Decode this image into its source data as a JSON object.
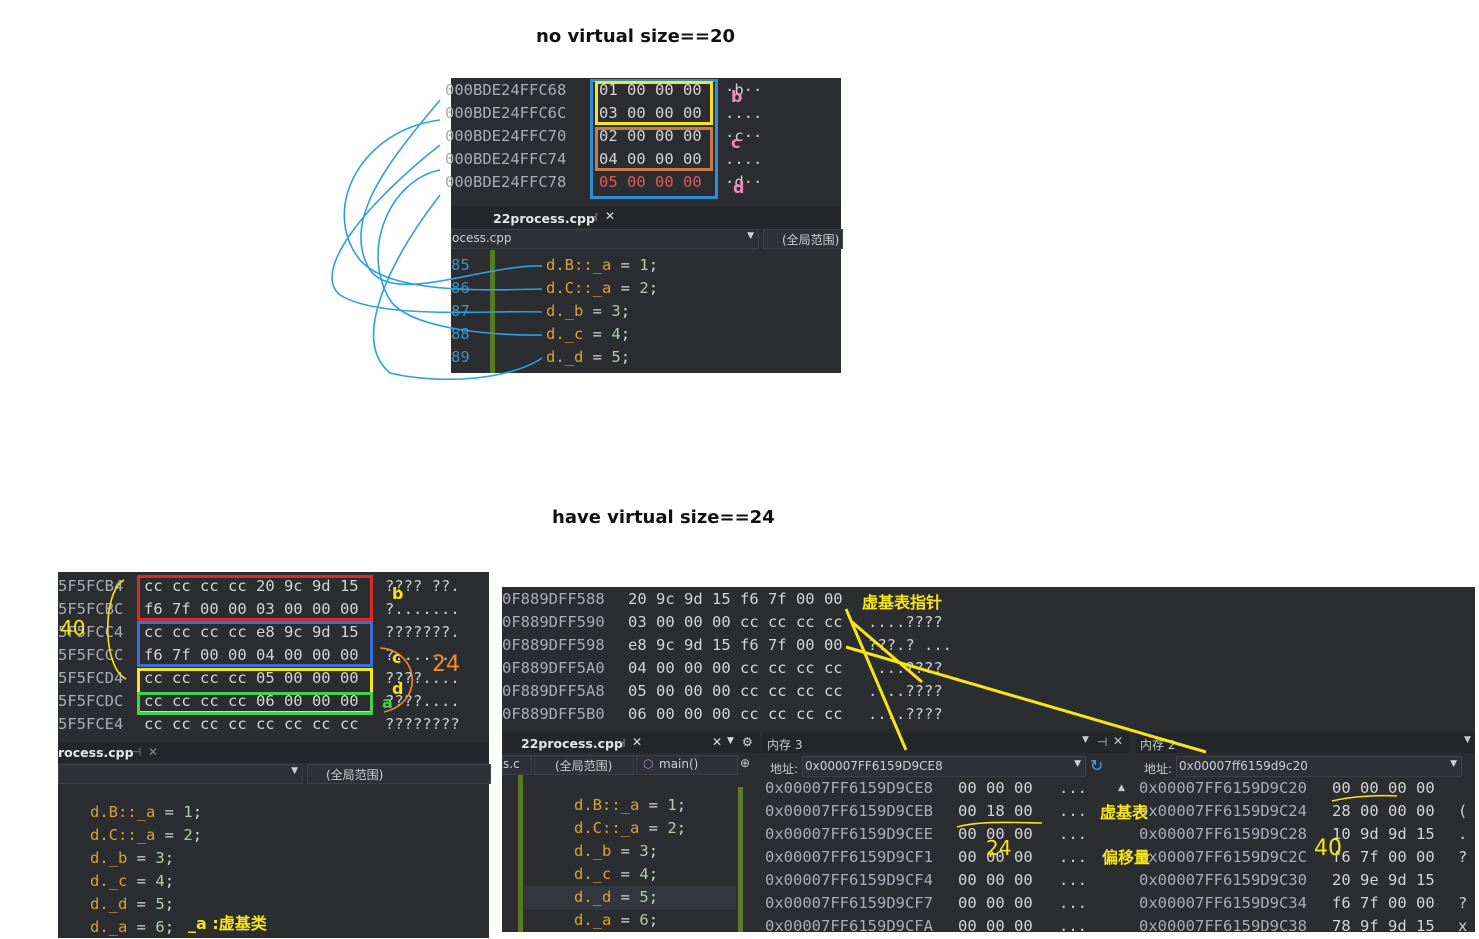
{
  "headings": {
    "top": "no virtual size==20",
    "bottom": "have virtual size==24"
  },
  "top_memory": {
    "rows": [
      {
        "addr": "000BDE24FFC68",
        "hex": "01 00 00 00",
        "ascii": "·b··"
      },
      {
        "addr": "000BDE24FFC6C",
        "hex": "03 00 00 00",
        "ascii": "...."
      },
      {
        "addr": "000BDE24FFC70",
        "hex": "02 00 00 00",
        "ascii": "·c··"
      },
      {
        "addr": "000BDE24FFC74",
        "hex": "04 00 00 00",
        "ascii": "...."
      },
      {
        "addr": "000BDE24FFC78",
        "hex": "05 00 00 00",
        "ascii": "·d··"
      }
    ],
    "labels": {
      "b": "b",
      "c": "c",
      "d": "d"
    }
  },
  "top_editor": {
    "tab": "22process.cpp",
    "file_dropdown": "ocess.cpp",
    "scope_dropdown": "(全局范围)",
    "line_numbers": [
      "85",
      "86",
      "87",
      "88",
      "89"
    ],
    "lines": [
      {
        "obj": "d.",
        "member": "B::_a",
        "op": " = ",
        "num": "1",
        "end": ";"
      },
      {
        "obj": "d.",
        "member": "C::_a",
        "op": " = ",
        "num": "2",
        "end": ";"
      },
      {
        "obj": "d.",
        "member": "_b",
        "op": " = ",
        "num": "3",
        "end": ";"
      },
      {
        "obj": "d.",
        "member": "_c",
        "op": " = ",
        "num": "4",
        "end": ";"
      },
      {
        "obj": "d.",
        "member": "_d",
        "op": " = ",
        "num": "5",
        "end": ";"
      }
    ]
  },
  "left_memory": {
    "rows": [
      {
        "addr": "5F5FCB4",
        "hex": "cc cc cc cc 20 9c 9d 15",
        "ascii": "???? ??."
      },
      {
        "addr": "5F5FCBC",
        "hex": "f6 7f 00 00 03 00 00 00",
        "ascii": "?......."
      },
      {
        "addr": "5F5FCC4",
        "hex": "cc cc cc cc e8 9c 9d 15",
        "ascii": "???????."
      },
      {
        "addr": "5F5FCCC",
        "hex": "f6 7f 00 00 04 00 00 00",
        "ascii": "?......."
      },
      {
        "addr": "5F5FCD4",
        "hex": "cc cc cc cc 05 00 00 00",
        "ascii": "????...."
      },
      {
        "addr": "5F5FCDC",
        "hex": "cc cc cc cc 06 00 00 00",
        "ascii": "????...."
      },
      {
        "addr": "5F5FCE4",
        "hex": "cc cc cc cc cc cc cc cc",
        "ascii": "????????"
      }
    ],
    "labels": {
      "b": "b",
      "c": "c",
      "d": "d",
      "a": "a"
    },
    "hand": {
      "forty": "40",
      "twentyfour": "24"
    }
  },
  "left_editor": {
    "tab": "rocess.cpp",
    "scope_dropdown": "(全局范围)",
    "lines": [
      {
        "obj": "d.",
        "member": "B::_a",
        "op": " = ",
        "num": "1",
        "end": ";"
      },
      {
        "obj": "d.",
        "member": "C::_a",
        "op": " = ",
        "num": "2",
        "end": ";"
      },
      {
        "obj": "d.",
        "member": "_b",
        "op": " = ",
        "num": "3",
        "end": ";"
      },
      {
        "obj": "d.",
        "member": "_c",
        "op": " = ",
        "num": "4",
        "end": ";"
      },
      {
        "obj": "d.",
        "member": "_d",
        "op": " = ",
        "num": "5",
        "end": ";"
      },
      {
        "obj": "d.",
        "member": "_a",
        "op": " = ",
        "num": "6",
        "end": ";"
      }
    ],
    "annotation": "_a :虚基类"
  },
  "right_memory": {
    "rows": [
      {
        "addr": "0F889DFF588",
        "hex": "20 9c 9d 15 f6 7f 00 00",
        "ascii": ""
      },
      {
        "addr": "0F889DFF590",
        "hex": "03 00 00 00 cc cc cc cc",
        "ascii": "....????"
      },
      {
        "addr": "0F889DFF598",
        "hex": "e8 9c 9d 15 f6 7f 00 00",
        "ascii": "???.? ..."
      },
      {
        "addr": "0F889DFF5A0",
        "hex": "04 00 00 00 cc cc cc cc",
        "ascii": "....????"
      },
      {
        "addr": "0F889DFF5A8",
        "hex": "05 00 00 00 cc cc cc cc",
        "ascii": "....????"
      },
      {
        "addr": "0F889DFF5B0",
        "hex": "06 00 00 00 cc cc cc cc",
        "ascii": "....????"
      }
    ],
    "label_vbptr": "虚基表指针"
  },
  "right_editor": {
    "tab": "22process.cpp",
    "file_dropdown": "s.c",
    "scope_dropdown": "(全局范围)",
    "func_dropdown": "main()",
    "lines": [
      {
        "obj": "d.",
        "member": "B::_a",
        "op": " = ",
        "num": "1",
        "end": ";"
      },
      {
        "obj": "d.",
        "member": "C::_a",
        "op": " = ",
        "num": "2",
        "end": ";"
      },
      {
        "obj": "d.",
        "member": "_b",
        "op": " = ",
        "num": "3",
        "end": ";"
      },
      {
        "obj": "d.",
        "member": "_c",
        "op": " = ",
        "num": "4",
        "end": ";"
      },
      {
        "obj": "d.",
        "member": "_d",
        "op": " = ",
        "num": "5",
        "end": ";"
      },
      {
        "obj": "d.",
        "member": "_a",
        "op": " = ",
        "num": "6",
        "end": ";"
      }
    ]
  },
  "mem3": {
    "title": "内存 3",
    "addr_label": "地址:",
    "addr_value": "0x00007FF6159D9CE8",
    "rows": [
      {
        "addr": "0x00007FF6159D9CE8",
        "hex": "00 00 00",
        "ascii": "..."
      },
      {
        "addr": "0x00007FF6159D9CEB",
        "hex": "00 18 00",
        "ascii": "..."
      },
      {
        "addr": "0x00007FF6159D9CEE",
        "hex": "00 00 00",
        "ascii": "..."
      },
      {
        "addr": "0x00007FF6159D9CF1",
        "hex": "00 00 00",
        "ascii": "..."
      },
      {
        "addr": "0x00007FF6159D9CF4",
        "hex": "00 00 00",
        "ascii": "..."
      },
      {
        "addr": "0x00007FF6159D9CF7",
        "hex": "00 00 00",
        "ascii": "..."
      },
      {
        "addr": "0x00007FF6159D9CFA",
        "hex": "00 00 00",
        "ascii": "..."
      }
    ],
    "hand": "24"
  },
  "mem2": {
    "title": "内存 2",
    "addr_label": "地址:",
    "addr_value": "0x00007ff6159d9c20",
    "rows": [
      {
        "addr": "0x00007FF6159D9C20",
        "hex": "00 00 00 00",
        "ascii": ""
      },
      {
        "addr": "0x00007FF6159D9C24",
        "hex": "28 00 00 00",
        "ascii": "("
      },
      {
        "addr": "0x00007FF6159D9C28",
        "hex": "10 9d 9d 15",
        "ascii": "."
      },
      {
        "addr": "0x00007FF6159D9C2C",
        "hex": "f6 7f 00 00",
        "ascii": "?"
      },
      {
        "addr": "0x00007FF6159D9C30",
        "hex": "20 9e 9d 15",
        "ascii": ""
      },
      {
        "addr": "0x00007FF6159D9C34",
        "hex": "f6 7f 00 00",
        "ascii": "?"
      },
      {
        "addr": "0x00007FF6159D9C38",
        "hex": "78 9f 9d 15",
        "ascii": "x"
      }
    ],
    "label_vbtable": "虚基表",
    "label_offset": "偏移量",
    "hand": "40"
  }
}
